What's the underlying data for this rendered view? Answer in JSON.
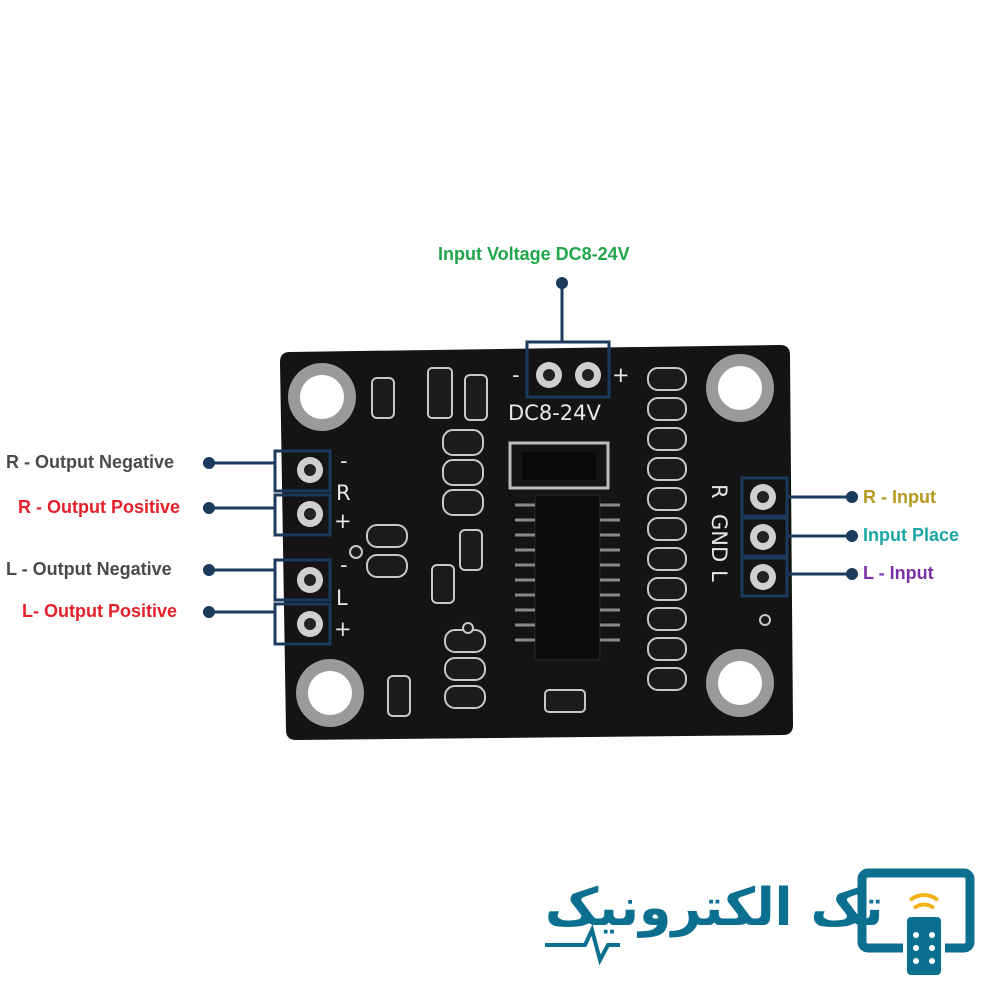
{
  "board": {
    "silk_voltage": "DC8-24V",
    "silk_minus": "-",
    "silk_plus": "+",
    "silk_r": "R",
    "silk_l": "L",
    "silk_gnd": "GND"
  },
  "labels": {
    "input_voltage": "Input Voltage DC8-24V",
    "r_out_neg": "R - Output Negative",
    "r_out_pos": "R - Output Positive",
    "l_out_neg": "L - Output Negative",
    "l_out_pos": "L- Output Positive",
    "r_input": "R - Input",
    "input_place": "Input Place",
    "l_input": "L - Input"
  },
  "logo": {
    "text": "تک الکترونیک"
  },
  "colors": {
    "green": "#1fa64a",
    "red": "#e5202b",
    "gray": "#4a4a4a",
    "gold": "#b59a1e",
    "teal": "#1aa7a5",
    "purple": "#7b2fa8",
    "leader": "#1b3a5c",
    "brand": "#0b6f8f"
  }
}
